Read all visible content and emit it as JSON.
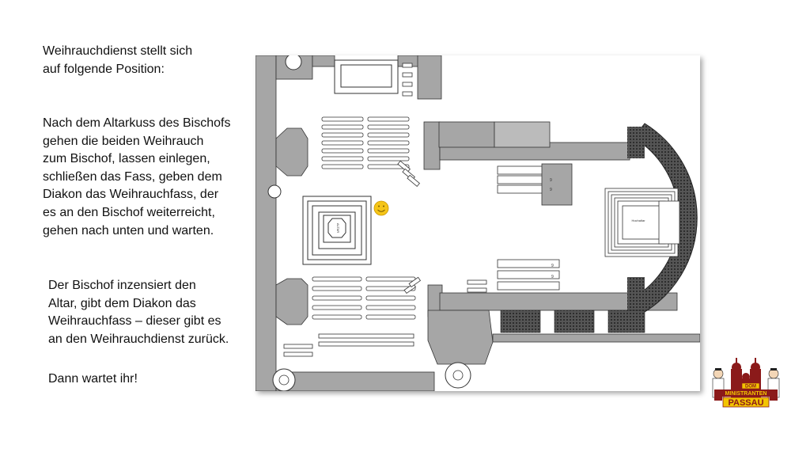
{
  "instructions": {
    "block1": [
      "Weihrauchdienst stellt sich",
      "auf folgende Position:"
    ],
    "block2": [
      "Nach dem Altarkuss des Bischofs",
      "gehen die beiden Weihrauch",
      "zum Bischof, lassen einlegen,",
      "schließen das Fass, geben dem",
      "Diakon das Weihrauchfass, der",
      "es an den Bischof weiterreicht,",
      "gehen nach unten und warten."
    ],
    "block3": [
      "Der Bischof inzensiert den",
      "Altar, gibt dem Diakon das",
      "Weihrauchfass – dieser gibt es",
      "an den Weihrauchdienst zurück."
    ],
    "block4": [
      "Dann wartet ihr!"
    ]
  },
  "floor_plan": {
    "marker_icon": "smiley-icon",
    "marker_color": "#f5c518",
    "pew_labels": [
      "9",
      "9",
      "9",
      "9"
    ],
    "label_hochaltar": "Hochaltar",
    "label_altar": "ALTAR",
    "wall_color": "#a6a6a6"
  },
  "logo": {
    "line1": "DOM",
    "line2": "MINISTRANTEN",
    "line3": "PASSAU",
    "primary_color": "#8b1a1a",
    "accent_color": "#f2c400"
  }
}
